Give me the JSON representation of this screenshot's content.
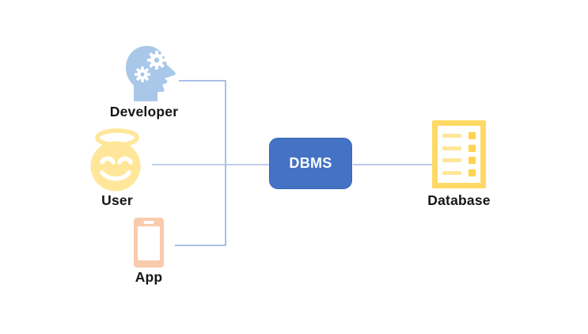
{
  "diagram": {
    "nodes": {
      "developer": {
        "label": "Developer",
        "icon": "head-with-gears-icon",
        "icon_color": "#A9C7E8"
      },
      "user": {
        "label": "User",
        "icon": "smiling-face-halo-icon",
        "icon_color": "#FFE699"
      },
      "app": {
        "label": "App",
        "icon": "smartphone-icon",
        "icon_color": "#F8CBAD"
      },
      "dbms": {
        "label": "DBMS",
        "shape": "rounded-rectangle",
        "fill": "#4472C4",
        "text_color": "#FFFFFF"
      },
      "database": {
        "label": "Database",
        "icon": "list-document-icon",
        "icon_color": "#FFD966"
      }
    },
    "edges": [
      {
        "from": "developer",
        "to": "dbms",
        "type": "elbow"
      },
      {
        "from": "user",
        "to": "dbms",
        "type": "straight"
      },
      {
        "from": "app",
        "to": "dbms",
        "type": "elbow"
      },
      {
        "from": "dbms",
        "to": "database",
        "type": "straight"
      }
    ],
    "colors": {
      "connector": "#8FAADC",
      "connector_light": "#B4C7E7",
      "label_text": "#151515",
      "background": "#FFFFFF"
    }
  }
}
